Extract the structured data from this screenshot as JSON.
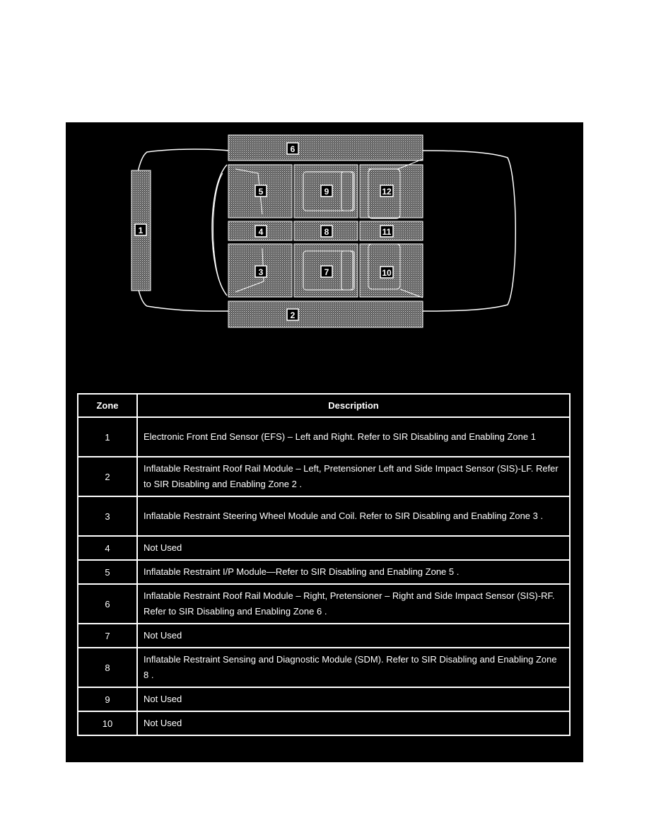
{
  "diagram": {
    "zone_labels": [
      "1",
      "2",
      "3",
      "4",
      "5",
      "6",
      "7",
      "8",
      "9",
      "10",
      "11",
      "12"
    ]
  },
  "table": {
    "header": {
      "zone": "Zone",
      "description": "Description"
    },
    "rows": [
      {
        "zone": "1",
        "description": "Electronic Front End Sensor (EFS) – Left and Right. Refer to SIR Disabling and Enabling Zone 1"
      },
      {
        "zone": "2",
        "description": "Inflatable Restraint Roof Rail Module – Left, Pretensioner Left and Side Impact Sensor (SIS)-LF. Refer to SIR Disabling and Enabling Zone 2 ."
      },
      {
        "zone": "3",
        "description": "Inflatable Restraint Steering Wheel Module and Coil. Refer to SIR Disabling and Enabling Zone 3 ."
      },
      {
        "zone": "4",
        "description": "Not Used"
      },
      {
        "zone": "5",
        "description": "Inflatable Restraint I/P Module—Refer to SIR Disabling and Enabling Zone 5 ."
      },
      {
        "zone": "6",
        "description": "Inflatable Restraint Roof Rail Module – Right, Pretensioner – Right and Side Impact Sensor (SIS)-RF. Refer to SIR Disabling and Enabling Zone 6 ."
      },
      {
        "zone": "7",
        "description": "Not Used"
      },
      {
        "zone": "8",
        "description": "Inflatable Restraint Sensing and Diagnostic Module (SDM). Refer to SIR Disabling and Enabling Zone 8 ."
      },
      {
        "zone": "9",
        "description": "Not Used"
      },
      {
        "zone": "10",
        "description": "Not Used"
      }
    ]
  }
}
